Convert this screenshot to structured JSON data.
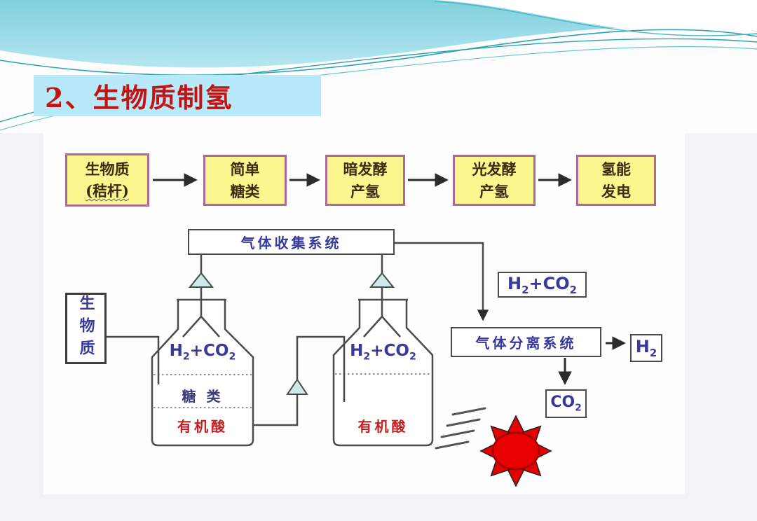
{
  "title": {
    "text": "2、生物质制氢"
  },
  "flowchart": {
    "boxes": [
      {
        "line1": "生物质",
        "line2": "(秸杆)"
      },
      {
        "line1": "简单",
        "line2": "糖类"
      },
      {
        "line1": "暗发酵",
        "line2": "产氢"
      },
      {
        "line1": "光发酵",
        "line2": "产氢"
      },
      {
        "line1": "氢能",
        "line2": "发电"
      }
    ]
  },
  "diagram": {
    "gas_collection_label": "气体收集系统",
    "gas_separation_label": "气体分离系统",
    "biomass_feed_label": "生物质",
    "h2_co2_label": "H2+CO2",
    "h2_label": "H2",
    "co2_label": "CO2",
    "vessel1": {
      "gas": "H2+CO2",
      "middle": "糖  类",
      "bottom": "有机酸"
    },
    "vessel2": {
      "gas": "H2+CO2",
      "bottom": "有机酸"
    }
  },
  "colors": {
    "title_red": "#c31313",
    "title_bar_bg": "#b7e9f8",
    "flow_box_fill": "#fbf68d",
    "flow_box_border": "#b0679c",
    "diagram_blue": "#39399b",
    "diagram_red": "#c32222",
    "line_gray": "#4a4a4a",
    "valve_fill": "#cde9e9",
    "sun_red": "#e60000",
    "header_teal": "#8fd7e3"
  }
}
